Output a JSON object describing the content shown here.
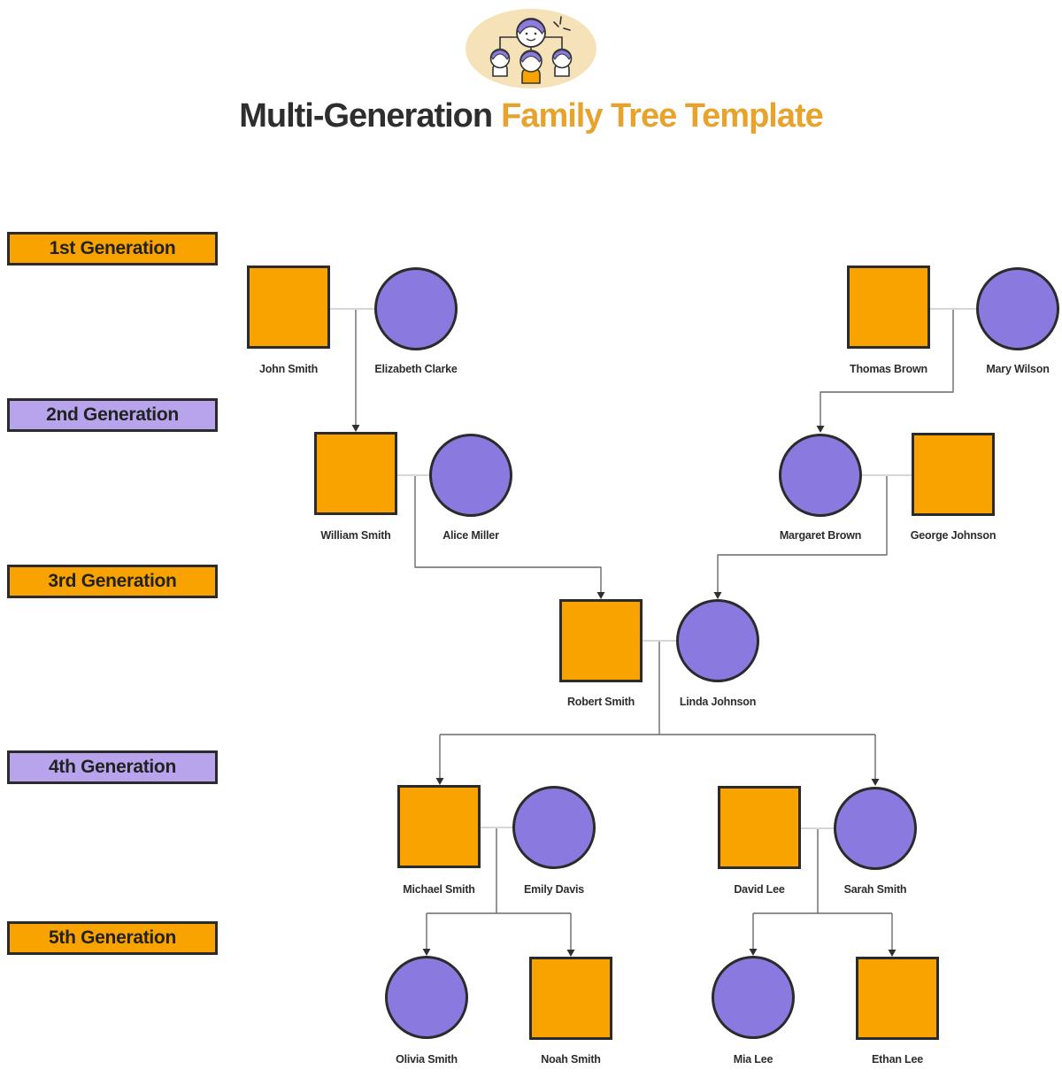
{
  "header": {
    "icon": "family-tree-icon",
    "title_dark": "Multi-Generation",
    "title_accent": "Family Tree Template"
  },
  "generation_labels": [
    {
      "label": "1st Generation",
      "color": "#F9A300"
    },
    {
      "label": "2nd Generation",
      "color": "#B7A4EC"
    },
    {
      "label": "3rd Generation",
      "color": "#F9A300"
    },
    {
      "label": "4th Generation",
      "color": "#B7A4EC"
    },
    {
      "label": "5th Generation",
      "color": "#F9A300"
    }
  ],
  "people": [
    {
      "name": "John Smith",
      "shape": "square",
      "generation": 1
    },
    {
      "name": "Elizabeth Clarke",
      "shape": "circle",
      "generation": 1
    },
    {
      "name": "Thomas Brown",
      "shape": "square",
      "generation": 1
    },
    {
      "name": "Mary Wilson",
      "shape": "circle",
      "generation": 1
    },
    {
      "name": "William Smith",
      "shape": "square",
      "generation": 2
    },
    {
      "name": "Alice Miller",
      "shape": "circle",
      "generation": 2
    },
    {
      "name": "Margaret Brown",
      "shape": "circle",
      "generation": 2
    },
    {
      "name": "George Johnson",
      "shape": "square",
      "generation": 2
    },
    {
      "name": "Robert Smith",
      "shape": "square",
      "generation": 3
    },
    {
      "name": "Linda Johnson",
      "shape": "circle",
      "generation": 3
    },
    {
      "name": "Michael Smith",
      "shape": "square",
      "generation": 4
    },
    {
      "name": "Emily Davis",
      "shape": "circle",
      "generation": 4
    },
    {
      "name": "David Lee",
      "shape": "square",
      "generation": 4
    },
    {
      "name": "Sarah Smith",
      "shape": "circle",
      "generation": 4
    },
    {
      "name": "Olivia Smith",
      "shape": "circle",
      "generation": 5
    },
    {
      "name": "Noah Smith",
      "shape": "square",
      "generation": 5
    },
    {
      "name": "Mia Lee",
      "shape": "circle",
      "generation": 5
    },
    {
      "name": "Ethan Lee",
      "shape": "square",
      "generation": 5
    }
  ],
  "colors": {
    "male_node_orange": "#F9A300",
    "female_node_purple": "#8A7AE0",
    "node_border": "#2B2B2B",
    "title_accent_orange": "#E8A32C",
    "dark_text": "#2E2E2E",
    "ribbon_purple": "#B7A4EC",
    "ribbon_orange": "#F9A300",
    "icon_background": "#F6E2B8",
    "couple_line": "#D6D6D6",
    "descent_line": "#6A6A6A"
  }
}
